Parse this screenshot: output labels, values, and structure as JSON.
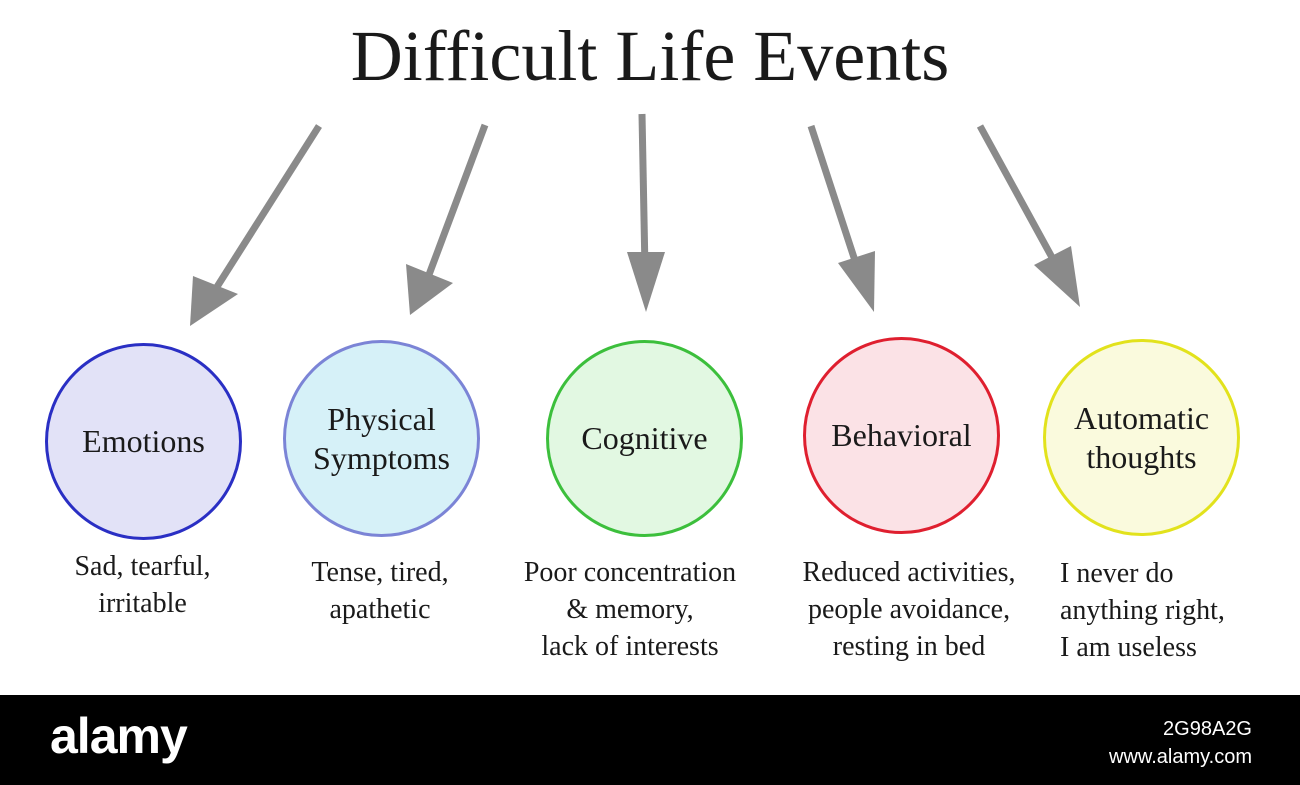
{
  "title": "Difficult Life Events",
  "colors": {
    "arrow": "#8a8a8a",
    "text": "#1a1a1a",
    "footer_bg": "#000000"
  },
  "categories": [
    {
      "lines": [
        "Emotions"
      ],
      "border": "#2a2fc4",
      "fill": "#e2e2f7",
      "description": [
        "Sad, tearful,",
        "irritable"
      ]
    },
    {
      "lines": [
        "Physical",
        "Symptoms"
      ],
      "border": "#7b84d6",
      "fill": "#d6f1f8",
      "description": [
        "Tense, tired,",
        "apathetic"
      ]
    },
    {
      "lines": [
        "Cognitive"
      ],
      "border": "#3cbf3c",
      "fill": "#e2f8e2",
      "description": [
        "Poor concentration",
        "& memory,",
        "lack of interests"
      ]
    },
    {
      "lines": [
        "Behavioral"
      ],
      "border": "#df1f2f",
      "fill": "#fbe2e6",
      "description": [
        "Reduced activities,",
        "people avoidance,",
        "resting in bed"
      ]
    },
    {
      "lines": [
        "Automatic",
        "thoughts"
      ],
      "border": "#e2e21c",
      "fill": "#fafadd",
      "description": [
        "I never do",
        "anything right,",
        "I am useless"
      ]
    }
  ],
  "watermark": {
    "logo": "alamy",
    "image_id": "2G98A2G",
    "site": "www.alamy.com"
  }
}
